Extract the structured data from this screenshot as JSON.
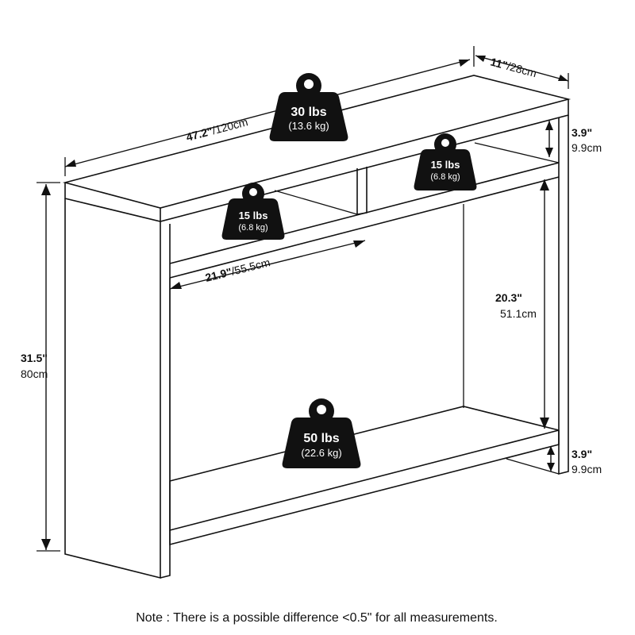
{
  "dimensions": {
    "width": {
      "in": "47.2\"",
      "cm": "/120cm"
    },
    "depth": {
      "in": "11\"",
      "cm": "/28cm"
    },
    "top_gap": {
      "in": "3.9\"",
      "cm": "9.9cm"
    },
    "height": {
      "in": "31.5\"",
      "cm": "80cm"
    },
    "shelf_clearance": {
      "in": "20.3\"",
      "cm": "51.1cm"
    },
    "bottom_gap": {
      "in": "3.9\"",
      "cm": "9.9cm"
    },
    "cubby_width": {
      "in": "21.9\"",
      "cm": "/55.5cm"
    }
  },
  "weights": {
    "top": {
      "lbs": "30 lbs",
      "kg": "(13.6 kg)"
    },
    "left_cubby": {
      "lbs": "15 lbs",
      "kg": "(6.8 kg)"
    },
    "right_cubby": {
      "lbs": "15 lbs",
      "kg": "(6.8 kg)"
    },
    "bottom_shelf": {
      "lbs": "50 lbs",
      "kg": "(22.6 kg)"
    }
  },
  "note": "Note : There is a possible difference <0.5\" for all measurements.",
  "colors": {
    "ink": "#111111",
    "background": "#ffffff"
  }
}
